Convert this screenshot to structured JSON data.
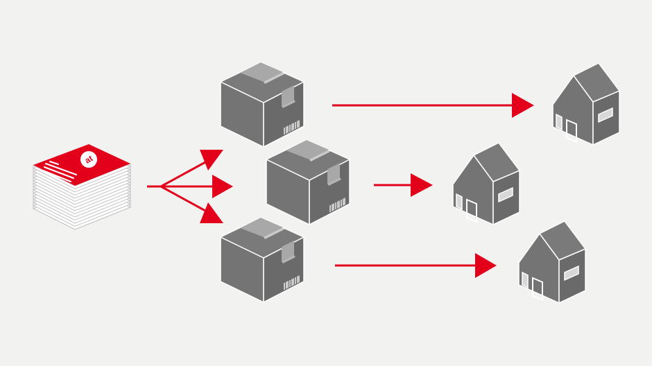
{
  "diagram": {
    "source_badge_text": "at",
    "colors": {
      "background": "#f2f2f1",
      "accent_red": "#e2001a",
      "box_gray": "#6f6f6f",
      "tape_gray": "#a8a8a8",
      "house_gray": "#6f6f6f",
      "paper_white": "#ffffff",
      "paper_edge": "#c8c8c8"
    },
    "icons": {
      "source": "paper-stack-icon",
      "splitter": "three-way-split-arrow-icon",
      "package": "package-box-icon",
      "destination": "house-icon"
    },
    "package_count": 3,
    "destination_count": 3
  }
}
